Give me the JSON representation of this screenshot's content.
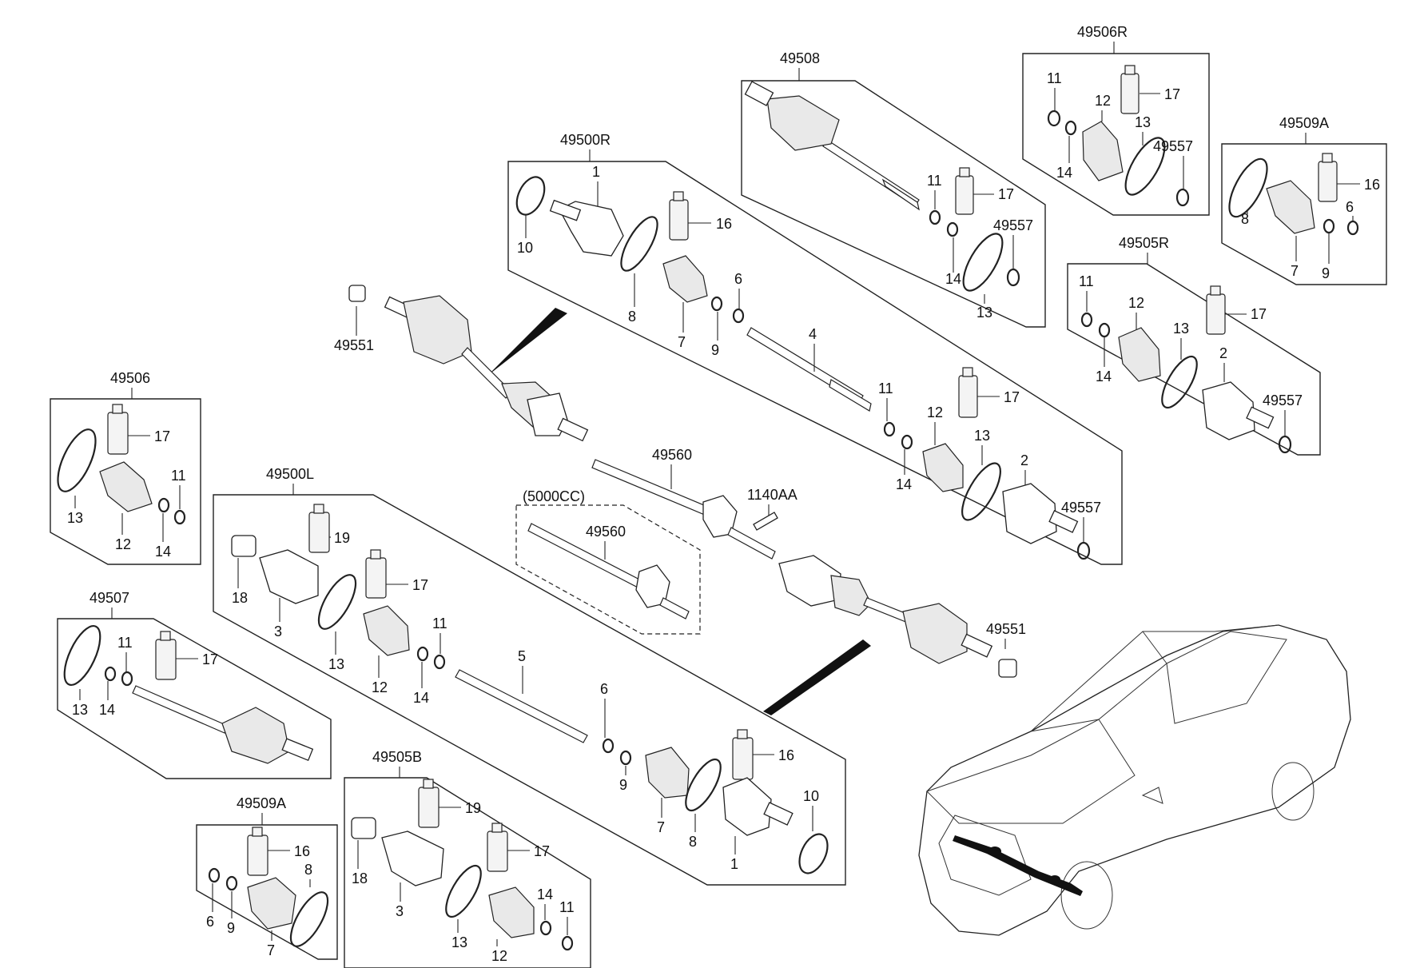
{
  "assemblies": {
    "a49506R": "49506R",
    "a49508": "49508",
    "a49509A_top": "49509A",
    "a49500R": "49500R",
    "a49505R": "49505R",
    "a49506": "49506",
    "a49500L": "49500L",
    "a49507": "49507",
    "a49509A_bot": "49509A",
    "a49505B": "49505B",
    "a49560_main": "49560",
    "a49560_alt": "49560",
    "a49551_top": "49551",
    "a49551_bot": "49551",
    "a1140AA": "1140AA",
    "variant": "(5000CC)"
  },
  "labels": {
    "b6R_11": "11",
    "b6R_12": "12",
    "b6R_17": "17",
    "b6R_13": "13",
    "b6R_14": "14",
    "b6R_49557": "49557",
    "b08_11": "11",
    "b08_17": "17",
    "b08_49557": "49557",
    "b08_14": "14",
    "b08_13": "13",
    "b9A_16": "16",
    "b9A_8": "8",
    "b9A_6": "6",
    "b9A_7": "7",
    "b9A_9": "9",
    "b0R_1": "1",
    "b0R_16": "16",
    "b0R_10": "10",
    "b0R_8": "8",
    "b0R_7": "7",
    "b0R_6": "6",
    "b0R_9": "9",
    "b0R_4": "4",
    "b0R_11": "11",
    "b0R_17": "17",
    "b0R_12": "12",
    "b0R_13": "13",
    "b0R_2": "2",
    "b0R_14": "14",
    "b0R_49557": "49557",
    "b5R_11": "11",
    "b5R_12": "12",
    "b5R_17": "17",
    "b5R_13": "13",
    "b5R_2": "2",
    "b5R_14": "14",
    "b5R_49557": "49557",
    "b06_17": "17",
    "b06_11": "11",
    "b06_13": "13",
    "b06_12": "12",
    "b06_14": "14",
    "b0L_19": "19",
    "b0L_17": "17",
    "b0L_18": "18",
    "b0L_3": "3",
    "b0L_11": "11",
    "b0L_13": "13",
    "b0L_12": "12",
    "b0L_14": "14",
    "b0L_5": "5",
    "b0L_6": "6",
    "b0L_16": "16",
    "b0L_9": "9",
    "b0L_10": "10",
    "b0L_7": "7",
    "b0L_8": "8",
    "b0L_1": "1",
    "b07_11": "11",
    "b07_17": "17",
    "b07_13": "13",
    "b07_14": "14",
    "b9B_16": "16",
    "b9B_8": "8",
    "b9B_6": "6",
    "b9B_9": "9",
    "b9B_7": "7",
    "b5B_19": "19",
    "b5B_17": "17",
    "b5B_18": "18",
    "b5B_14": "14",
    "b5B_3": "3",
    "b5B_11": "11",
    "b5B_13": "13",
    "b5B_12": "12"
  }
}
